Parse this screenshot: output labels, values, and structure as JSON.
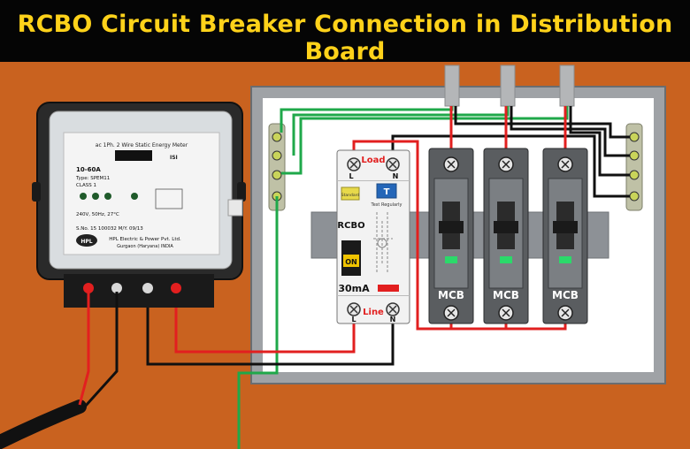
{
  "title": "RCBO Circuit Breaker Connection in Distribution Board",
  "meter": {
    "spec_line": "ac 1Ph. 2 Wire Static Energy Meter",
    "rating": "10-60A",
    "type": "Type: SPEM11",
    "class": "CLASS 1",
    "voltage": "240V, 50Hz, 27°C",
    "serial": "S.No. 15 100032   M/Y. 09/13",
    "maker": "HPL Electric & Power Pvt. Ltd.",
    "location": "Gurgaon (Haryana) INDIA",
    "brand": "HPL",
    "logo_text": "ISI"
  },
  "rcbo": {
    "load_label": "Load",
    "line_label": "Line",
    "name": "RCBO",
    "toggle": "ON",
    "test_button": "T",
    "test_caption": "Test Regularly",
    "rating": "30mA",
    "terminal_l_top": "L",
    "terminal_n_top": "N",
    "terminal_l_bottom": "L",
    "terminal_n_bottom": "N",
    "maker_badge": "Standard"
  },
  "mcbs": [
    {
      "label": "MCB"
    },
    {
      "label": "MCB"
    },
    {
      "label": "MCB"
    }
  ],
  "colors": {
    "background": "#c9621f",
    "title_text": "#ffd21a",
    "live_wire": "#e21f1f",
    "neutral_wire": "#101010",
    "earth_wire": "#1fa84a",
    "mcb_led": "#2bd96a"
  }
}
